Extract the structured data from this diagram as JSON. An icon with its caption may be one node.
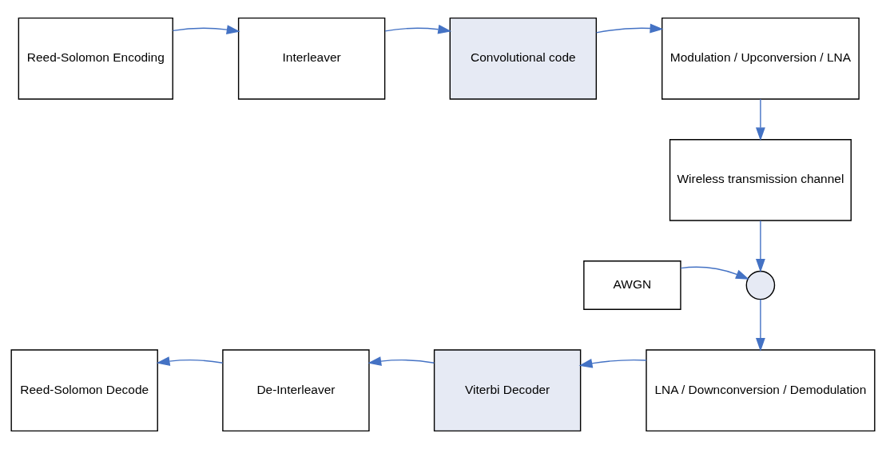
{
  "diagram": {
    "nodes": [
      {
        "text": [
          "Reed-Solomon Encoding"
        ]
      },
      {
        "text": [
          "Interleaver"
        ]
      },
      {
        "text": [
          "Convolutional code"
        ]
      },
      {
        "text": [
          "Modulation / Upconversion / LNA"
        ]
      },
      {
        "text": [
          "Wireless transmission channel"
        ]
      },
      {
        "text": [
          "AWGN"
        ]
      },
      {
        "text": [],
        "shape": "circle"
      },
      {
        "text": [
          "LNA / Downconversion / Demodulation"
        ]
      },
      {
        "text": [
          "Viterbi Decoder"
        ]
      },
      {
        "text": [
          "De-Interleaver"
        ]
      },
      {
        "text": [
          "Reed-Solomon Decode"
        ]
      }
    ],
    "edges": [
      {
        "from": 0,
        "to": 1,
        "arrow": "to"
      },
      {
        "from": 1,
        "to": 2,
        "arrow": "to"
      },
      {
        "from": 2,
        "to": 3,
        "arrow": "to"
      },
      {
        "from": 3,
        "to": 4,
        "arrow": "to"
      },
      {
        "from": 4,
        "to": 6,
        "arrow": "to"
      },
      {
        "from": 5,
        "to": 6,
        "arrow": "to"
      },
      {
        "from": 6,
        "to": 7,
        "arrow": "to"
      },
      {
        "from": 7,
        "to": 8,
        "arrow": "to"
      },
      {
        "from": 8,
        "to": 9,
        "arrow": "to"
      },
      {
        "from": 9,
        "to": 10,
        "arrow": "to"
      }
    ]
  }
}
